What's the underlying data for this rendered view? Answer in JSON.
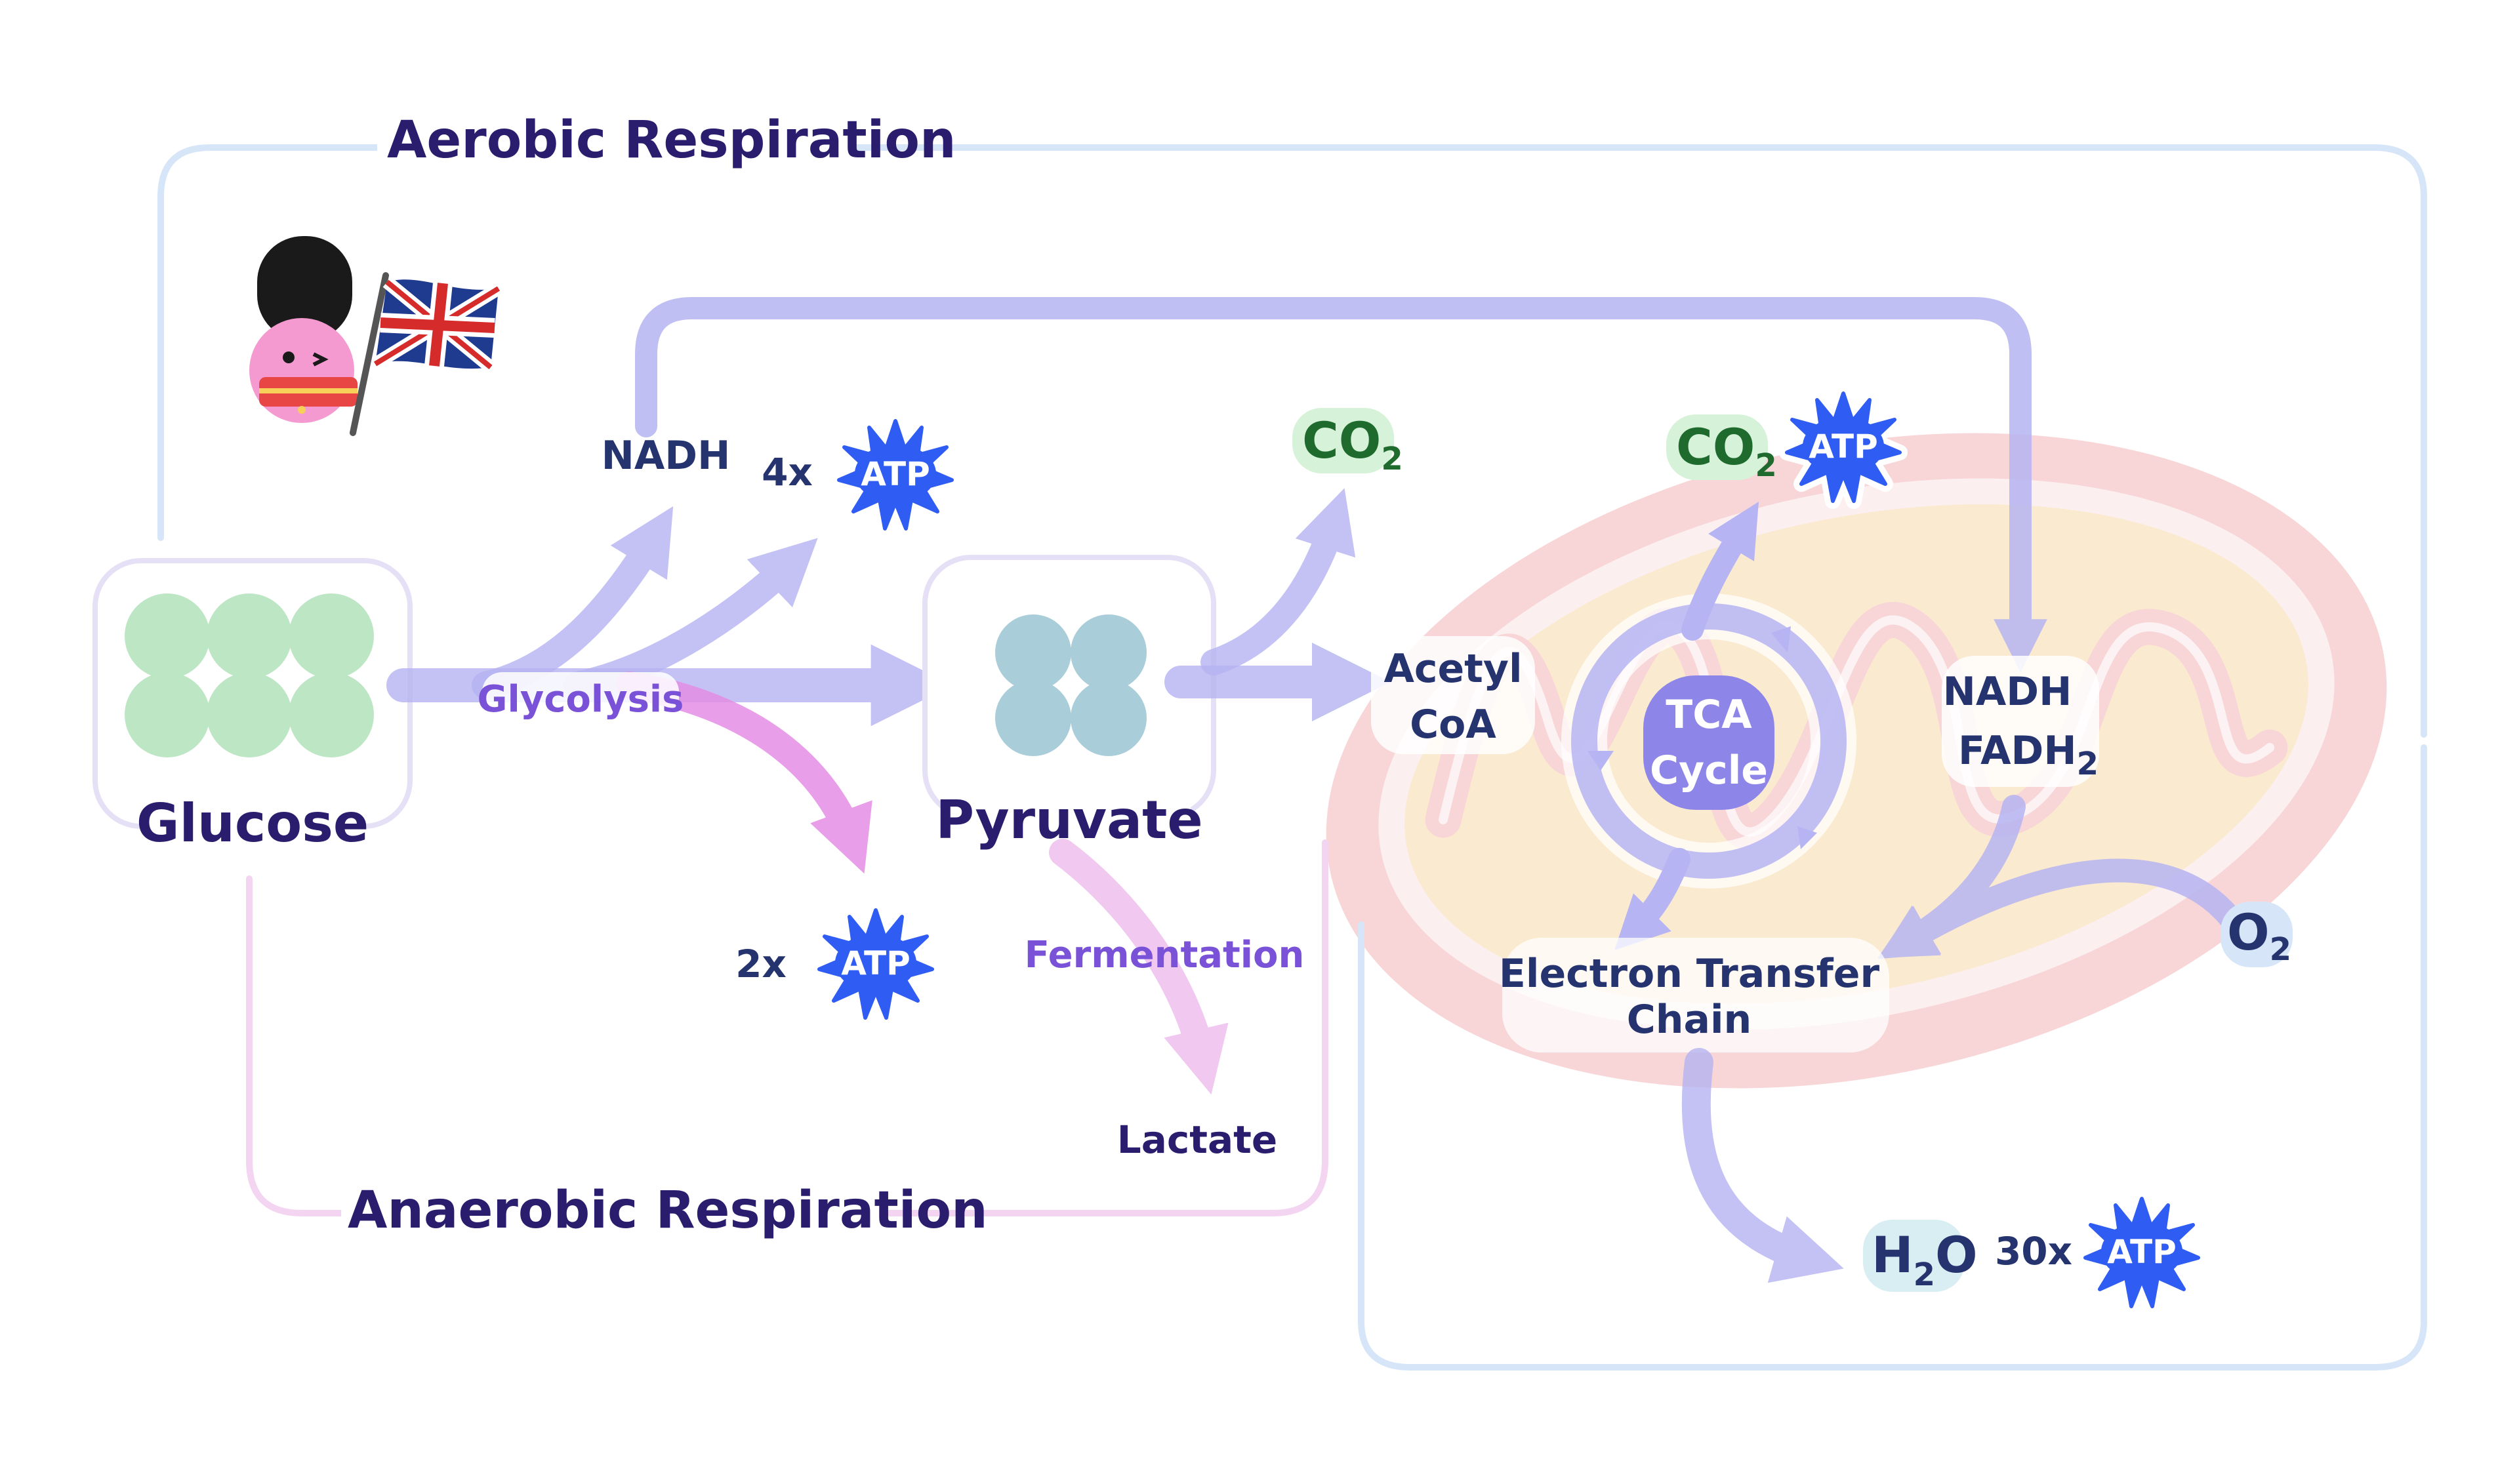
{
  "diagram": {
    "aerobic_title": "Aerobic Respiration",
    "anaerobic_title": "Anaerobic Respiration",
    "glucose": "Glucose",
    "pyruvate": "Pyruvate",
    "glycolysis": "Glycolysis",
    "fermentation": "Fermentation",
    "lactate": "Lactate",
    "nadh_top": "NADH",
    "acetyl_line1": "Acetyl",
    "acetyl_line2": "CoA",
    "tca_line1": "TCA",
    "tca_line2": "Cycle",
    "nadh_right": "NADH",
    "fadh_main": "FADH",
    "fadh_sub": "2",
    "etc_line1": "Electron Transfer",
    "etc_line2": "Chain",
    "co2_main": "CO",
    "co2_sub": "2",
    "o2_main": "O",
    "o2_sub": "2",
    "h2o_h": "H",
    "h2o_sub": "2",
    "h2o_o": "O",
    "atp_label": "ATP",
    "mult_4x": "4x",
    "mult_2x": "2x",
    "mult_30x": "30x"
  },
  "colors": {
    "glucose": "#bde6c4",
    "pyruvate": "#a9cdd9",
    "aerobic_box": "#d6e6f8",
    "anaerobic_box": "#f4d5f1",
    "arrow_main": "#b6b4f2",
    "arrow_pink": "#e48ee4",
    "atp_fill": "#2f5cf2",
    "co2_bg": "#d6f2d9",
    "co2_text": "#1f6b2e",
    "mito_outer": "#f7c7c8",
    "mito_inner": "#fbe7c6"
  },
  "icons": [
    "guard-mascot-icon",
    "union-jack-flag-icon",
    "atp-splat-icon",
    "mitochondrion-icon"
  ]
}
